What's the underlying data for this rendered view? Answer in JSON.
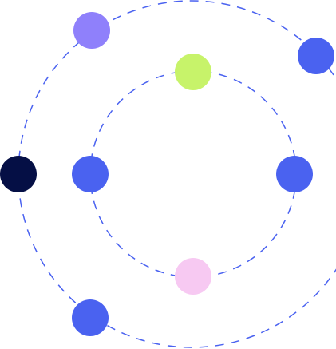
{
  "illustration": {
    "orbit_color": "#4a62f0",
    "background_color": "#ffffff",
    "outer_orbit": {
      "nodes": [
        {
          "name": "outer-orbit-node-purple",
          "color": "#8f80fb"
        },
        {
          "name": "outer-orbit-node-top-right",
          "color": "#4a62f0"
        },
        {
          "name": "outer-orbit-node-left-navy",
          "color": "#050f45"
        },
        {
          "name": "outer-orbit-node-bottom-left",
          "color": "#4a62f0"
        }
      ]
    },
    "inner_orbit": {
      "nodes": [
        {
          "name": "inner-orbit-node-top-lime",
          "color": "#c7f36a"
        },
        {
          "name": "inner-orbit-node-left",
          "color": "#4a62f0"
        },
        {
          "name": "inner-orbit-node-right",
          "color": "#4a62f0"
        },
        {
          "name": "inner-orbit-node-bottom-pink",
          "color": "#f7c9f2"
        }
      ]
    }
  }
}
